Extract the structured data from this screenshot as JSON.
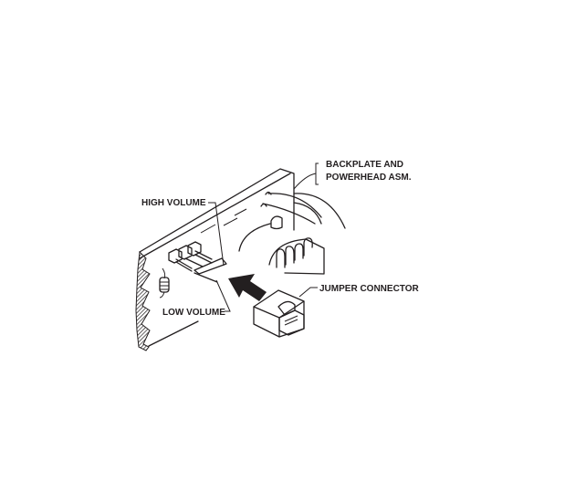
{
  "labels": {
    "backplate_line1": "BACKPLATE AND",
    "backplate_line2": "POWERHEAD ASM.",
    "high_volume": "HIGH VOLUME",
    "low_volume": "LOW VOLUME",
    "jumper_connector": "JUMPER CONNECTOR"
  }
}
